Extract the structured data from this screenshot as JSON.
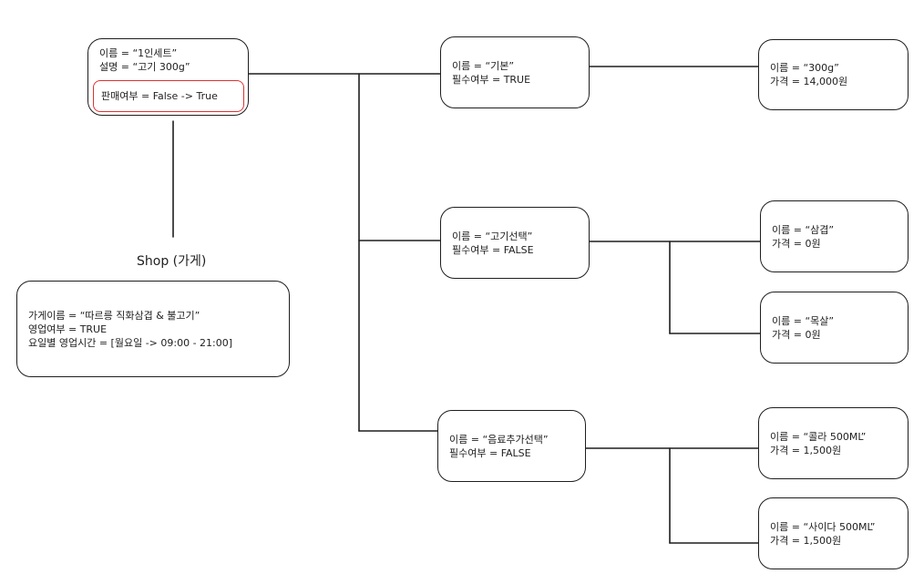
{
  "colors": {
    "stroke": "#1e1e1e",
    "highlight": "#e03131",
    "background": "#ffffff"
  },
  "menu": {
    "line1": "이름 = “1인세트”",
    "line2": "설명 =  “고기 300g”",
    "highlight": "판매여부 = False -> True"
  },
  "shop": {
    "title": "Shop (가게)",
    "line1": "가게이름 = “따르릉 직화삼겹 & 불고기”",
    "line2": "영업여부 =  TRUE",
    "line3": "요일별 영업시간 = [월요일 -> 09:00 - 21:00]"
  },
  "groups": [
    {
      "line1": "이름 = “기본”",
      "line2": "필수여부 = TRUE",
      "options": [
        {
          "line1": "이름 = “300g”",
          "line2": "가격 = 14,000원"
        }
      ]
    },
    {
      "line1": "이름 = “고기선택”",
      "line2": "필수여부 = FALSE",
      "options": [
        {
          "line1": "이름 = “삼겹”",
          "line2": "가격 = 0원"
        },
        {
          "line1": "이름 = “목살”",
          "line2": "가격 = 0원"
        }
      ]
    },
    {
      "line1": "이름 = “음료추가선택”",
      "line2": "필수여부 = FALSE",
      "options": [
        {
          "line1": "이름 = “콜라 500ML”",
          "line2": "가격 = 1,500원"
        },
        {
          "line1": "이름 = “사이다  500ML”",
          "line2": "가격 = 1,500원"
        }
      ]
    }
  ]
}
